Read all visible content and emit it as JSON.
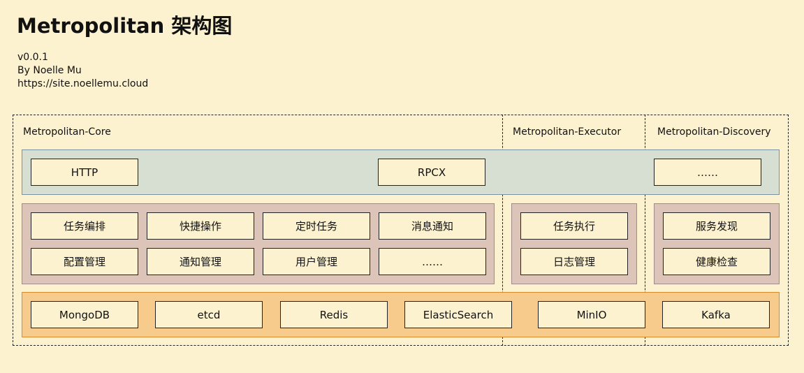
{
  "header": {
    "title": "Metropolitan 架构图",
    "version": "v0.0.1",
    "author": "By Noelle Mu",
    "site": "https://site.noellemu.cloud"
  },
  "sections": {
    "core": "Metropolitan-Core",
    "executor": "Metropolitan-Executor",
    "discovery": "Metropolitan-Discovery"
  },
  "protocol_layer": {
    "items": [
      "HTTP",
      "RPCX",
      "……"
    ]
  },
  "core_services": {
    "row1": [
      "任务编排",
      "快捷操作",
      "定时任务",
      "消息通知"
    ],
    "row2": [
      "配置管理",
      "通知管理",
      "用户管理",
      "……"
    ]
  },
  "executor_services": {
    "items": [
      "任务执行",
      "日志管理"
    ]
  },
  "discovery_services": {
    "items": [
      "服务发现",
      "健康检查"
    ]
  },
  "storage_layer": {
    "items": [
      "MongoDB",
      "etcd",
      "Redis",
      "ElasticSearch",
      "MinIO",
      "Kafka"
    ]
  },
  "colors": {
    "background": "#fdf2d0",
    "protocol_band": "#d6dfd2",
    "service_band": "#dcc5b8",
    "storage_band": "#f7cb8c"
  }
}
